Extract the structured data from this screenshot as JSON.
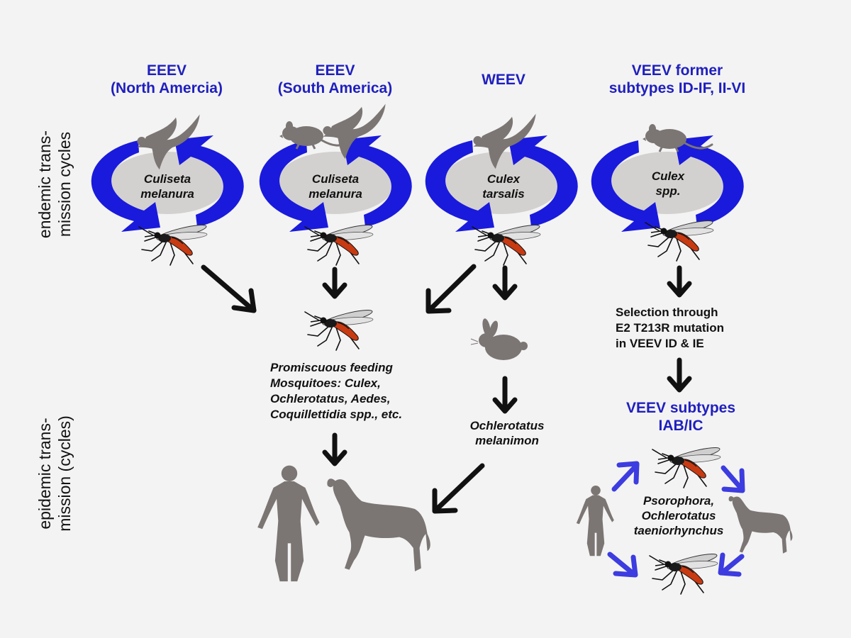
{
  "row_labels": {
    "endemic": [
      "endemic trans-",
      "mission cycles"
    ],
    "epidemic": [
      "epidemic trans-",
      "mission (cycles)"
    ]
  },
  "columns": {
    "eeev_na": {
      "title": [
        "EEEV",
        "(North Amercia)"
      ],
      "vector": [
        "Culiseta",
        "melanura"
      ]
    },
    "eeev_sa": {
      "title": [
        "EEEV",
        "(South America)"
      ],
      "vector": [
        "Culiseta",
        "melanura"
      ]
    },
    "weev": {
      "title": [
        "WEEV"
      ],
      "vector": [
        "Culex",
        "tarsalis"
      ],
      "epidemic_vector": [
        "Ochlerotatus",
        "melanimon"
      ]
    },
    "veev": {
      "title": [
        "VEEV former",
        "subtypes ID-IF, II-VI"
      ],
      "vector": [
        "Culex",
        "spp."
      ],
      "selection": [
        "Selection through",
        "E2 T213R mutation",
        "in VEEV ID & IE"
      ],
      "epidemic_title": [
        "VEEV subtypes",
        "IAB/IC"
      ],
      "epidemic_vector": [
        "Psorophora,",
        "Ochlerotatus",
        "taeniorhynchus"
      ]
    }
  },
  "promiscuous": [
    "Promiscuous feeding",
    "Mosquitoes: Culex,",
    "Ochlerotatus, Aedes,",
    "Coquillettidia spp., etc."
  ],
  "colors": {
    "background": "#f3f3f3",
    "title_blue": "#1f1fbe",
    "cycle_arrow": "#1a1adc",
    "cycle_oval": "#d3d1cf",
    "silhouette": "#7b7573",
    "flow_arrow": "#111111",
    "epidemic_arrow": "#3c3ce0",
    "mosquito_red": "#c83a12"
  }
}
